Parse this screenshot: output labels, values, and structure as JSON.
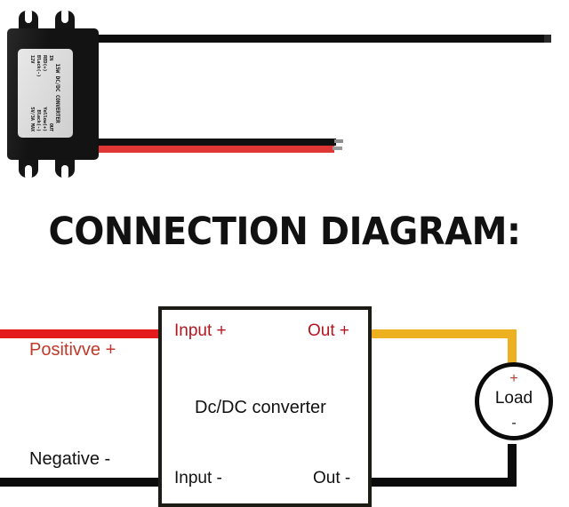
{
  "product_photo": {
    "module": {
      "label": {
        "title": "15W DC/DC CONVERTER",
        "rows": [
          {
            "in": "IN",
            "out": "OUT"
          },
          {
            "in": "RED(+)",
            "out": "Yellow(+)"
          },
          {
            "in": "Black(-)",
            "out": "Black(-)"
          },
          {
            "in": "12V",
            "out": "5V/3A MAX"
          }
        ]
      }
    },
    "wires": {
      "output_black": "output-black-wire",
      "input_black": "input-black-wire",
      "input_red": "input-red-wire"
    }
  },
  "heading": {
    "text": "CONNECTION DIAGRAM:"
  },
  "diagram": {
    "converter": {
      "name": "Dc/DC converter",
      "input_plus": "Input +",
      "input_minus": "Input -",
      "out_plus": "Out +",
      "out_minus": "Out -"
    },
    "source": {
      "positive": "Positivve +",
      "negative": "Negative -"
    },
    "load": {
      "name": "Load",
      "plus": "+",
      "minus": "-"
    },
    "colors": {
      "positive_wire": "#e41b1b",
      "negative_wire": "#0b0b0b",
      "out_plus_wire": "#edb021",
      "out_minus_wire": "#0b0b0b",
      "plus_label": "#b31620",
      "box_border": "#1c1c14"
    }
  }
}
